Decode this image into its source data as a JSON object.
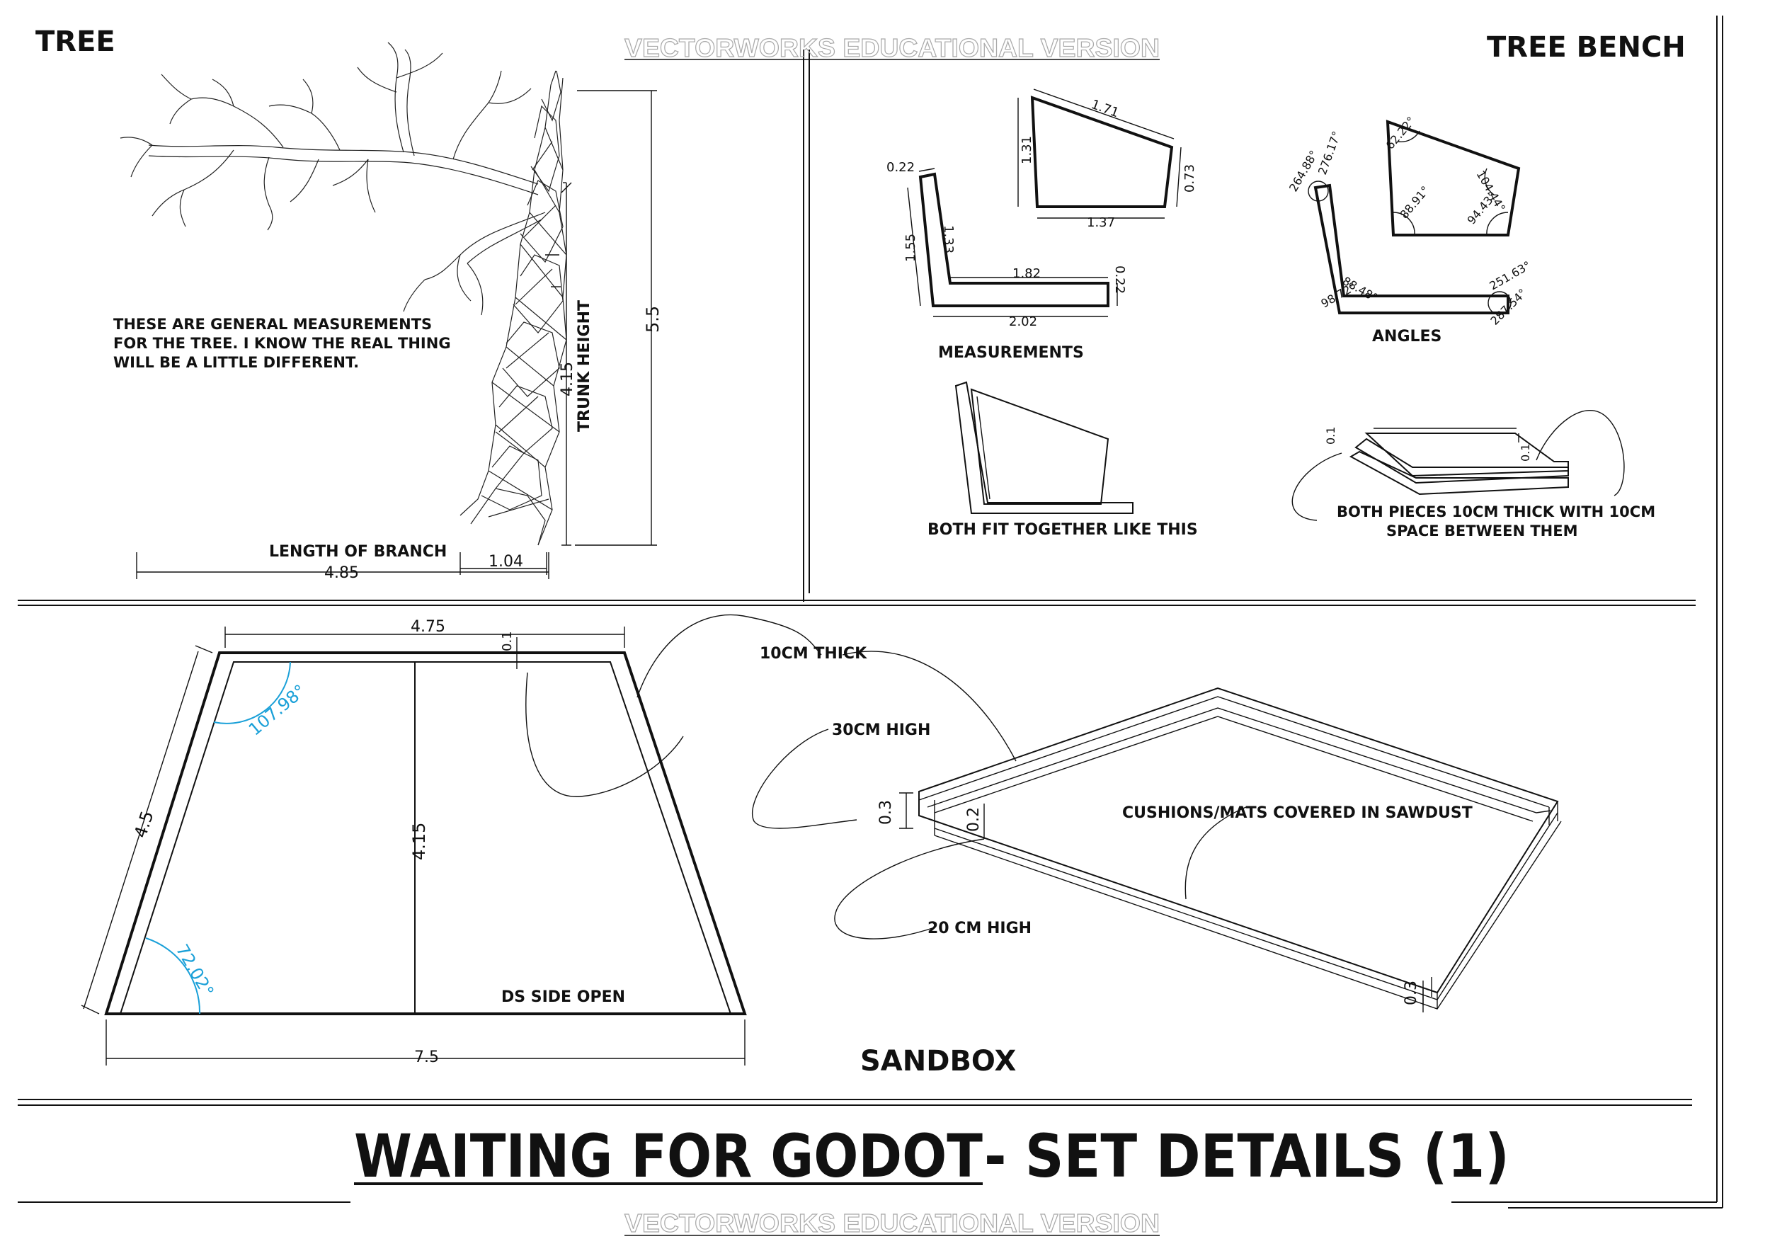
{
  "watermark": "VECTORWORKS EDUCATIONAL VERSION",
  "sheet_title": {
    "underlined": "WAITING FOR GODOT",
    "rest": "- SET DETAILS (1)"
  },
  "tree": {
    "heading": "TREE",
    "note_lines": [
      "THESE ARE GENERAL MEASUREMENTS",
      "FOR THE TREE.  I KNOW THE REAL THING",
      "WILL BE A LITTLE DIFFERENT."
    ],
    "trunk_height_label": "TRUNK HEIGHT",
    "trunk_height": "4.15",
    "total_height": "5.5",
    "branch_label": "LENGTH OF BRANCH",
    "branch_length": "4.85",
    "trunk_width": "1.04"
  },
  "bench": {
    "heading": "TREE BENCH",
    "measurements_caption": "MEASUREMENTS",
    "angles_caption": "ANGLES",
    "fit_caption": "BOTH FIT TOGETHER LIKE THIS",
    "thick_caption_lines": [
      "BOTH PIECES 10CM THICK WITH 10CM",
      "SPACE BETWEEN THEM"
    ],
    "back_dims": {
      "top": "1.71",
      "left": "1.31",
      "right": "0.73",
      "bottom": "1.37"
    },
    "seat_dims": {
      "top_w": "0.22",
      "outer_h": "1.55",
      "inner_h": "1.33",
      "inner_len": "1.82",
      "end_h": "0.22",
      "outer_len": "2.02"
    },
    "back_angles": [
      "62.22°",
      "104.44°",
      "88.91°",
      "94.43°"
    ],
    "seat_angles": [
      "264.88°",
      "276.17°",
      "88.48°",
      "98.72°",
      "251.63°",
      "287.54°"
    ],
    "thickness_dims": [
      "0.1",
      "0.1"
    ]
  },
  "sandbox": {
    "heading": "SANDBOX",
    "top_width": "4.75",
    "rim": "0.1",
    "side_length": "4.5",
    "depth": "4.15",
    "bottom_width": "7.5",
    "angle_top": "107.98°",
    "angle_bottom": "72.02°",
    "ds_label": "DS SIDE OPEN",
    "thick_label": "10CM THICK",
    "high30_label": "30CM HIGH",
    "high20_label": "20 CM HIGH",
    "cushion_label": "CUSHIONS/MATS COVERED IN SAWDUST",
    "dim_03": "0.3",
    "dim_02": "0.2",
    "dim_03b": "0.3"
  }
}
